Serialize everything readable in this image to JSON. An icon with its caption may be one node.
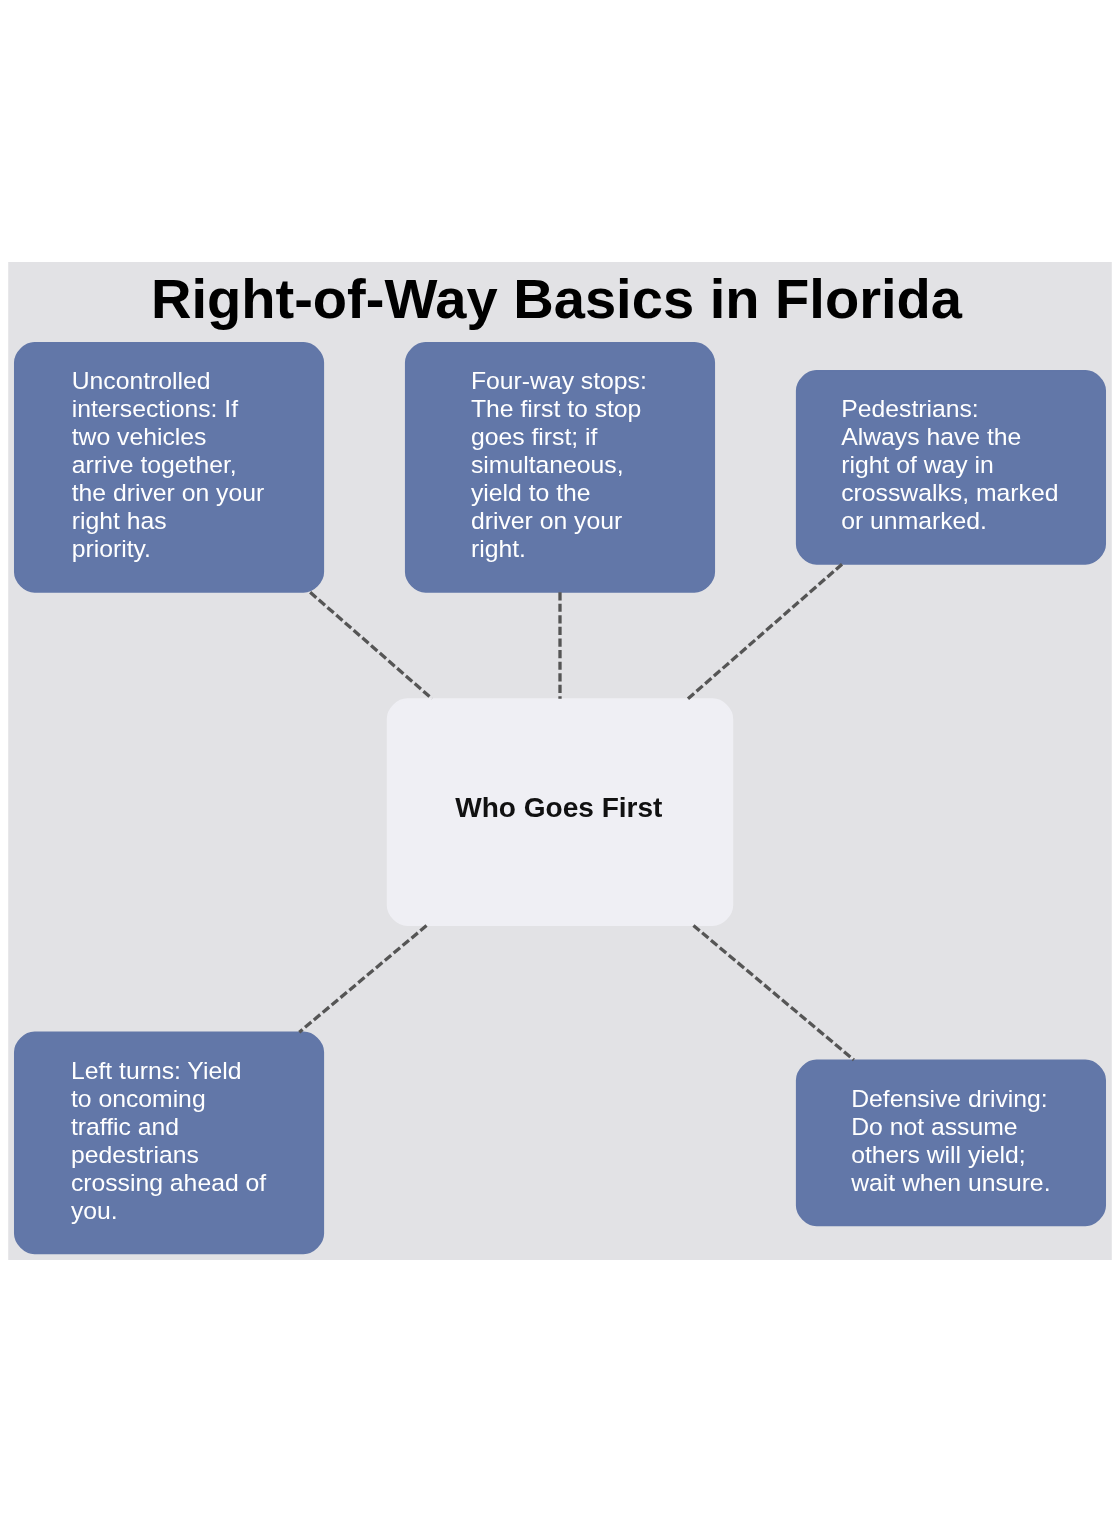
{
  "diagram": {
    "title": "Right-of-Way Basics in Florida",
    "nodes": [
      {
        "text": [
          "Uncontrolled intersections: If two vehicles arrive together, the driver on your right has priority."
        ]
      },
      {
        "text": [
          "Four-way stops: The first to stop goes first; if simultaneous, yield to the driver on your right."
        ]
      },
      {
        "text": [
          "Pedestrians: Always have the right of way in crosswalks, marked or unmarked."
        ]
      },
      {
        "text": [
          "Who Goes First"
        ]
      },
      {
        "text": [
          "Left turns: Yield to oncoming traffic and pedestrians crossing ahead of you."
        ]
      },
      {
        "text": [
          "Defensive driving: Do not assume others will yield; wait when unsure."
        ]
      }
    ],
    "edges": [
      {
        "from": 0,
        "to": 3,
        "arrow": "none",
        "style": "dashed"
      },
      {
        "from": 1,
        "to": 3,
        "arrow": "none",
        "style": "dashed"
      },
      {
        "from": 2,
        "to": 3,
        "arrow": "none",
        "style": "dashed"
      },
      {
        "from": 3,
        "to": 4,
        "arrow": "none",
        "style": "dashed"
      },
      {
        "from": 3,
        "to": 5,
        "arrow": "none",
        "style": "dashed"
      }
    ]
  }
}
